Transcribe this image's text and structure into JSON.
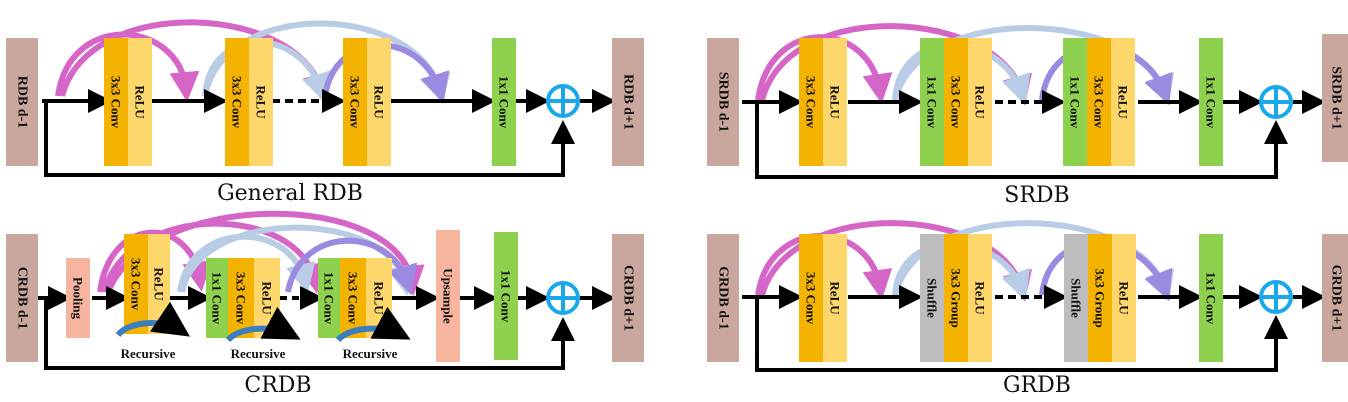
{
  "colors": {
    "io": "#c9a79c",
    "conv3": "#f4b300",
    "relu": "#fdd76b",
    "conv1": "#8ed14f",
    "pool": "#f7b5a0",
    "shuffle": "#bdbdbd",
    "adder": "#1aa7ec",
    "arc_magenta": "#d566c7",
    "arc_lightblue": "#b8cce6",
    "arc_purple": "#9b8ae0",
    "recursive": "#3c7dbf"
  },
  "labels": {
    "conv3x3": "3x3 Conv",
    "relu": "ReLU",
    "relu_caps": "ReLU",
    "conv1x1": "1x1 Conv",
    "group3x3": "3x3 Group",
    "shuffle": "Shuffle",
    "pooling": "Pooling",
    "upsample": "Upsample",
    "recursive": "Recursive"
  },
  "panels": {
    "general": {
      "input": "RDB d-1",
      "output": "RDB d+1",
      "caption": "General RDB"
    },
    "srdb": {
      "input": "SRDB d-1",
      "output": "SRDB d+1",
      "caption": "SRDB"
    },
    "crdb": {
      "input": "CRDB d-1",
      "output": "CRDB d+1",
      "caption": "CRDB"
    },
    "grdb": {
      "input": "GRDB d-1",
      "output": "GRDB d+1",
      "caption": "GRDB"
    }
  }
}
